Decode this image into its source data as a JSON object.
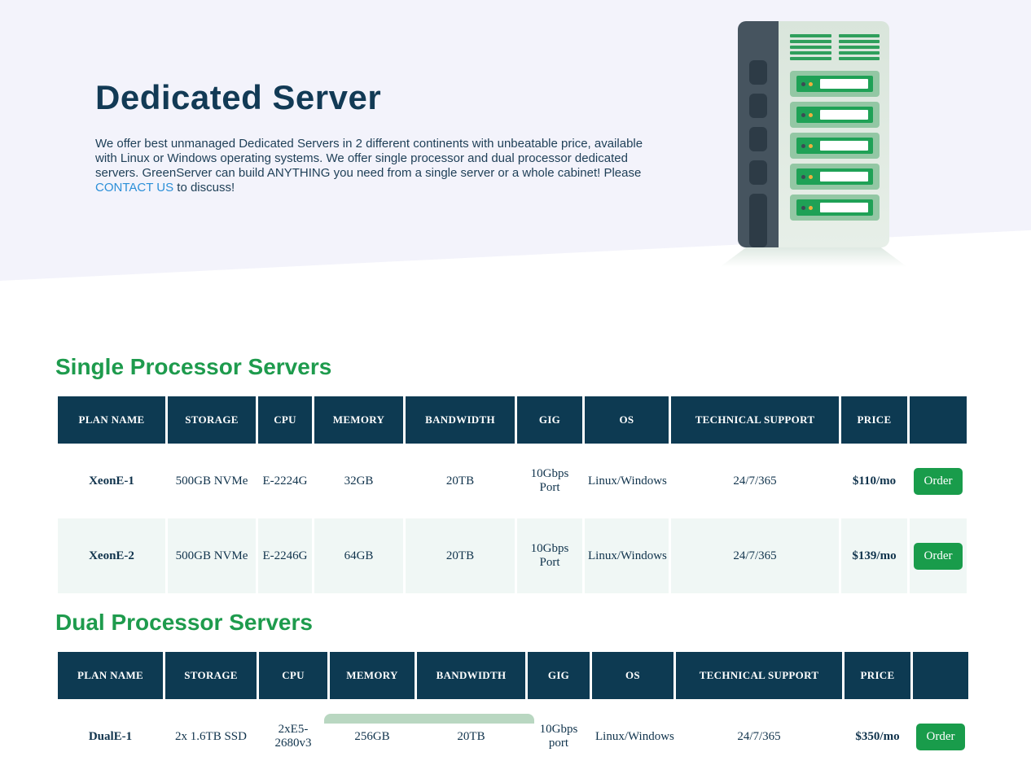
{
  "hero": {
    "title": "Dedicated Server",
    "paragraph_before": "We offer best unmanaged Dedicated Servers in 2 different continents with unbeatable price,  available with Linux or Windows operating systems.  We offer single processor and dual processor dedicated servers. GreenServer can build ANYTHING you need from a single server or a whole cabinet! Please ",
    "contact_link": "CONTACT US",
    "paragraph_after": " to discuss!"
  },
  "sections": [
    {
      "heading": "Single Processor Servers",
      "columns": [
        "PLAN NAME",
        "STORAGE",
        "CPU",
        "MEMORY",
        "BANDWIDTH",
        "GIG",
        "OS",
        "TECHNICAL SUPPORT",
        "PRICE",
        ""
      ],
      "rows": [
        {
          "plan": "XeonE-1",
          "storage": "500GB NVMe",
          "cpu": "E-2224G",
          "memory": "32GB",
          "bandwidth": "20TB",
          "gig": "10Gbps Port",
          "os": "Linux/Windows",
          "support": "24/7/365",
          "price": "$110/mo",
          "order": "Order"
        },
        {
          "plan": "XeonE-2",
          "storage": "500GB NVMe",
          "cpu": "E-2246G",
          "memory": "64GB",
          "bandwidth": "20TB",
          "gig": "10Gbps Port",
          "os": "Linux/Windows",
          "support": "24/7/365",
          "price": "$139/mo",
          "order": "Order"
        }
      ]
    },
    {
      "heading": "Dual Processor Servers",
      "columns": [
        "PLAN NAME",
        "STORAGE",
        "CPU",
        "MEMORY",
        "BANDWIDTH",
        "GIG",
        "OS",
        "TECHNICAL SUPPORT",
        "PRICE",
        ""
      ],
      "rows": [
        {
          "plan": "DualE-1",
          "storage": "2x 1.6TB SSD",
          "cpu": "2xE5-2680v3",
          "memory": "256GB",
          "bandwidth": "20TB",
          "gig": "10Gbps port",
          "os": "Linux/Windows",
          "support": "24/7/365",
          "price": "$350/mo",
          "order": "Order"
        }
      ]
    }
  ],
  "icons": {
    "server_rack": "server-rack-icon"
  },
  "colors": {
    "hero_background": "#f3f3fb",
    "title_navy": "#123a55",
    "table_header_navy": "#0d3a52",
    "heading_green": "#1e9b4d",
    "button_green": "#199c4b",
    "link_blue": "#2b8fd8",
    "stripe_row": "#f0f7f5",
    "rack_green": "#1fa156",
    "rack_light_green": "#93c7a4",
    "rack_panel": "#46545f"
  }
}
